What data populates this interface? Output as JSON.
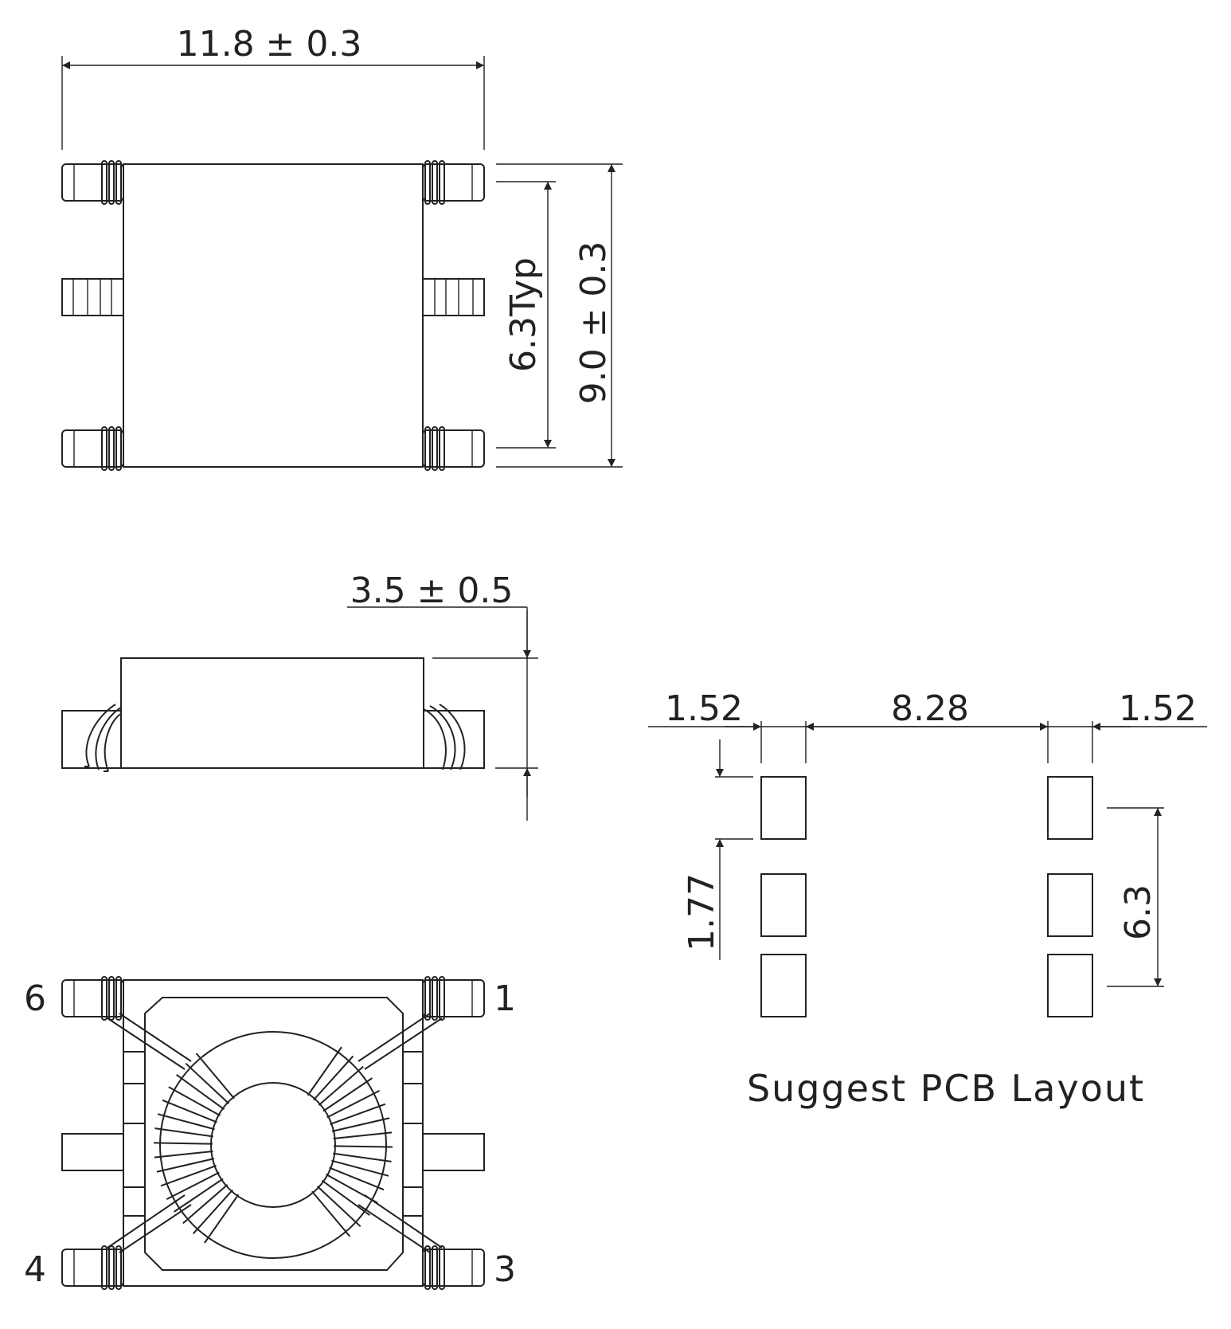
{
  "top_view": {
    "width_dim": "11.8 ± 0.3",
    "pitch_dim": "6.3Typ",
    "height_dim": "9.0 ± 0.3"
  },
  "side_view": {
    "thickness_dim": "3.5 ± 0.5"
  },
  "pcb_layout": {
    "pad_width_left": "1.52",
    "pad_spacing": "8.28",
    "pad_width_right": "1.52",
    "pad_height": "1.77",
    "pad_pitch": "6.3",
    "caption": "Suggest PCB Layout"
  },
  "bottom_view": {
    "pins": {
      "top_left": "6",
      "top_right": "1",
      "bottom_left": "4",
      "bottom_right": "3"
    }
  },
  "colors": {
    "line": "#222222",
    "background": "#ffffff"
  }
}
